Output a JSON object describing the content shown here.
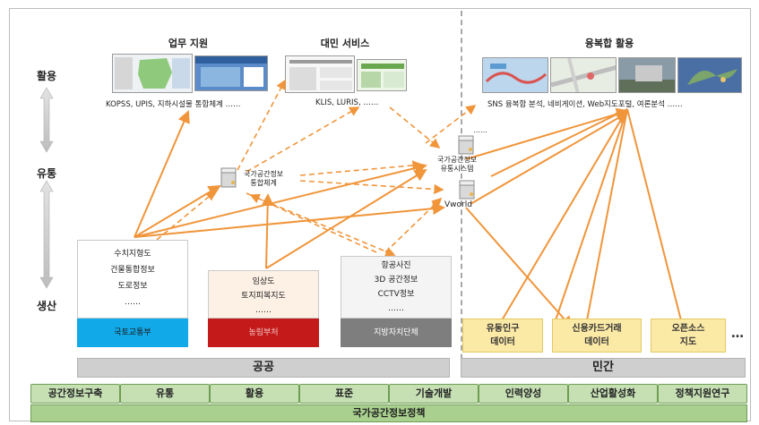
{
  "stages": {
    "use": "활용",
    "distribution": "유통",
    "production": "생산"
  },
  "public_use": {
    "work_support": {
      "title": "업무 지원",
      "caption": "KOPSS, UPIS, 지하시설물 통합체계 ……"
    },
    "civil_service": {
      "title": "대민 서비스",
      "caption": "KLIS, LURIS, ……"
    }
  },
  "private_use": {
    "title": "융복합 활용",
    "caption": "SNS 융복합 분석,  네비게이션, Web지도포털, 여론분석 ……"
  },
  "hubs": {
    "national_integration": {
      "line1": "국가공간정보",
      "line2": "통합체계"
    },
    "distribution_system": {
      "line1": "국가공간정보",
      "line2": "유통시스템",
      "dots": "……"
    },
    "vworld": {
      "label": "Vworld"
    }
  },
  "public_sources": [
    {
      "lines": [
        "수치지형도",
        "건물통합정보",
        "도로정보",
        "……"
      ],
      "agency": "국토교통부",
      "color": "#12a9e8",
      "text_color": "#1a1a1a"
    },
    {
      "lines": [
        "임상도",
        "토지피복지도",
        "……"
      ],
      "agency": "농림부처",
      "color": "#c41a1a",
      "text_color": "#f2c9c9"
    },
    {
      "lines": [
        "항공사진",
        "3D 공간정보",
        "CCTV정보",
        "……"
      ],
      "agency": "지방자치단체",
      "color": "#7e7e7e",
      "text_color": "#ffffff"
    }
  ],
  "private_sources": [
    {
      "line1": "유동인구",
      "line2": "데이터"
    },
    {
      "line1": "신용카드거래",
      "line2": "데이터"
    },
    {
      "line1": "오픈소스",
      "line2": "지도"
    }
  ],
  "private_more": "…",
  "sectors": {
    "public": "공공",
    "private": "민간"
  },
  "policy": {
    "items": [
      "공간정보구축",
      "유통",
      "활용",
      "표준",
      "기술개발",
      "인력양성",
      "산업활성화",
      "정책지원연구"
    ],
    "base": "국가공간정보정책"
  },
  "colors": {
    "arrow": "#f0953a",
    "policy_cell": "#c6e0b4",
    "policy_base": "#a9d08e",
    "private_source": "#fbe9a6"
  }
}
